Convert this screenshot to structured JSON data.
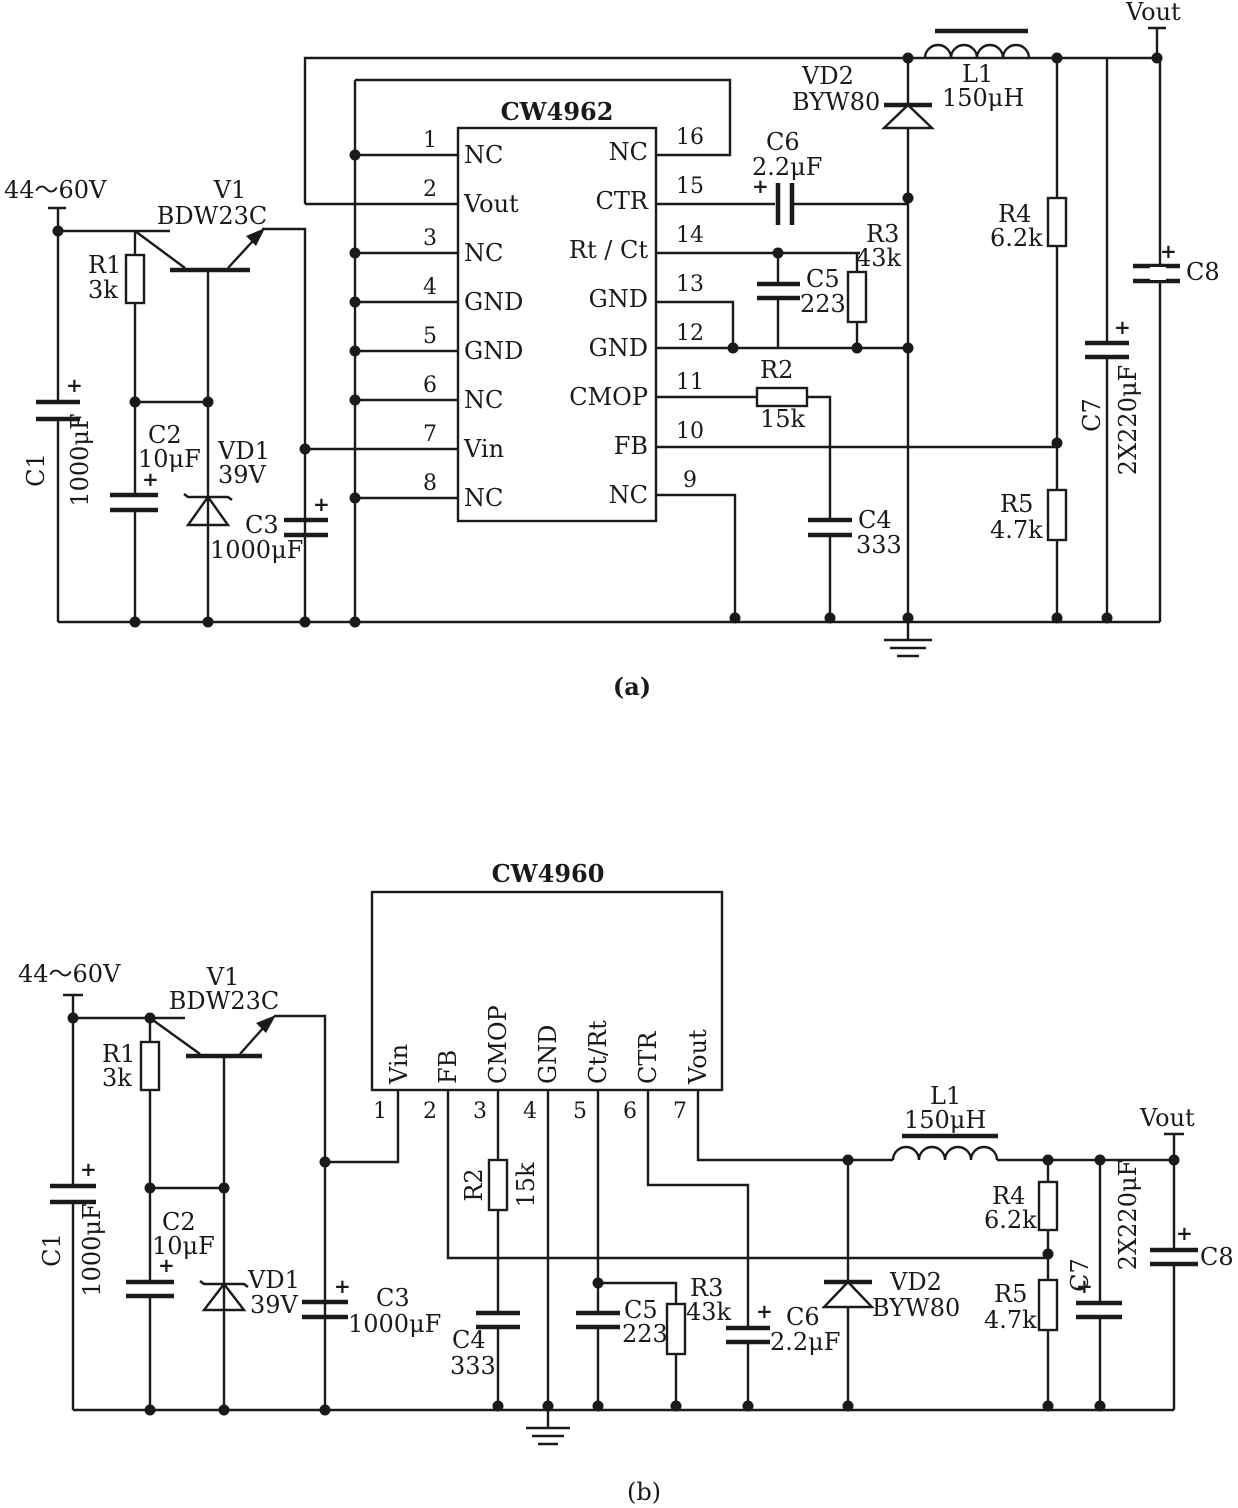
{
  "circuit_a": {
    "ic_name": "CW4962",
    "left_pins": [
      {
        "num": "1",
        "label": "NC"
      },
      {
        "num": "2",
        "label": "Vout"
      },
      {
        "num": "3",
        "label": "NC"
      },
      {
        "num": "4",
        "label": "GND"
      },
      {
        "num": "5",
        "label": "GND"
      },
      {
        "num": "6",
        "label": "NC"
      },
      {
        "num": "7",
        "label": "Vin"
      },
      {
        "num": "8",
        "label": "NC"
      }
    ],
    "right_pins": [
      {
        "num": "16",
        "label": "NC"
      },
      {
        "num": "15",
        "label": "CTR"
      },
      {
        "num": "14",
        "label": "Rt / Ct"
      },
      {
        "num": "13",
        "label": "GND"
      },
      {
        "num": "12",
        "label": "GND"
      },
      {
        "num": "11",
        "label": "CMOP"
      },
      {
        "num": "10",
        "label": "FB"
      },
      {
        "num": "9",
        "label": "NC"
      }
    ],
    "input": "44～60V",
    "output": "Vout",
    "v1": {
      "name": "V1",
      "value": "BDW23C"
    },
    "r1": {
      "name": "R1",
      "value": "3k"
    },
    "c1": {
      "name": "C1",
      "value": "1000μF"
    },
    "c2": {
      "name": "C2",
      "value": "10μF"
    },
    "vd1": {
      "name": "VD1",
      "value": "39V"
    },
    "c3": {
      "name": "C3",
      "value": "1000μF"
    },
    "vd2": {
      "name": "VD2",
      "value": "BYW80"
    },
    "l1": {
      "name": "L1",
      "value": "150μH"
    },
    "c6": {
      "name": "C6",
      "value": "2.2μF"
    },
    "r3": {
      "name": "R3",
      "value": "43k"
    },
    "c5": {
      "name": "C5",
      "value": "223"
    },
    "r2": {
      "name": "R2",
      "value": "15k"
    },
    "c4": {
      "name": "C4",
      "value": "333"
    },
    "r4": {
      "name": "R4",
      "value": "6.2k"
    },
    "r5": {
      "name": "R5",
      "value": "4.7k"
    },
    "c7": {
      "name": "C7",
      "value": "2X220μF"
    },
    "c8": {
      "name": "C8"
    },
    "caption": "(a)"
  },
  "circuit_b": {
    "ic_name": "CW4960",
    "pins": [
      {
        "num": "1",
        "label": "Vin"
      },
      {
        "num": "2",
        "label": "FB"
      },
      {
        "num": "3",
        "label": "CMOP"
      },
      {
        "num": "4",
        "label": "GND"
      },
      {
        "num": "5",
        "label": "Ct/Rt"
      },
      {
        "num": "6",
        "label": "CTR"
      },
      {
        "num": "7",
        "label": "Vout"
      }
    ],
    "input": "44～60V",
    "output": "Vout",
    "v1": {
      "name": "V1",
      "value": "BDW23C"
    },
    "r1": {
      "name": "R1",
      "value": "3k"
    },
    "c1": {
      "name": "C1",
      "value": "1000μF"
    },
    "c2": {
      "name": "C2",
      "value": "10μF"
    },
    "vd1": {
      "name": "VD1",
      "value": "39V"
    },
    "c3": {
      "name": "C3",
      "value": "1000μF"
    },
    "r2": {
      "name": "R2",
      "value": "15k"
    },
    "c4": {
      "name": "C4",
      "value": "333"
    },
    "c5": {
      "name": "C5",
      "value": "223"
    },
    "r3": {
      "name": "R3",
      "value": "43k"
    },
    "c6": {
      "name": "C6",
      "value": "2.2μF"
    },
    "vd2": {
      "name": "VD2",
      "value": "BYW80"
    },
    "l1": {
      "name": "L1",
      "value": "150μH"
    },
    "r4": {
      "name": "R4",
      "value": "6.2k"
    },
    "r5": {
      "name": "R5",
      "value": "4.7k"
    },
    "c7": {
      "name": "C7",
      "value": "2X220μF"
    },
    "c8": {
      "name": "C8"
    },
    "caption": "(b)"
  }
}
